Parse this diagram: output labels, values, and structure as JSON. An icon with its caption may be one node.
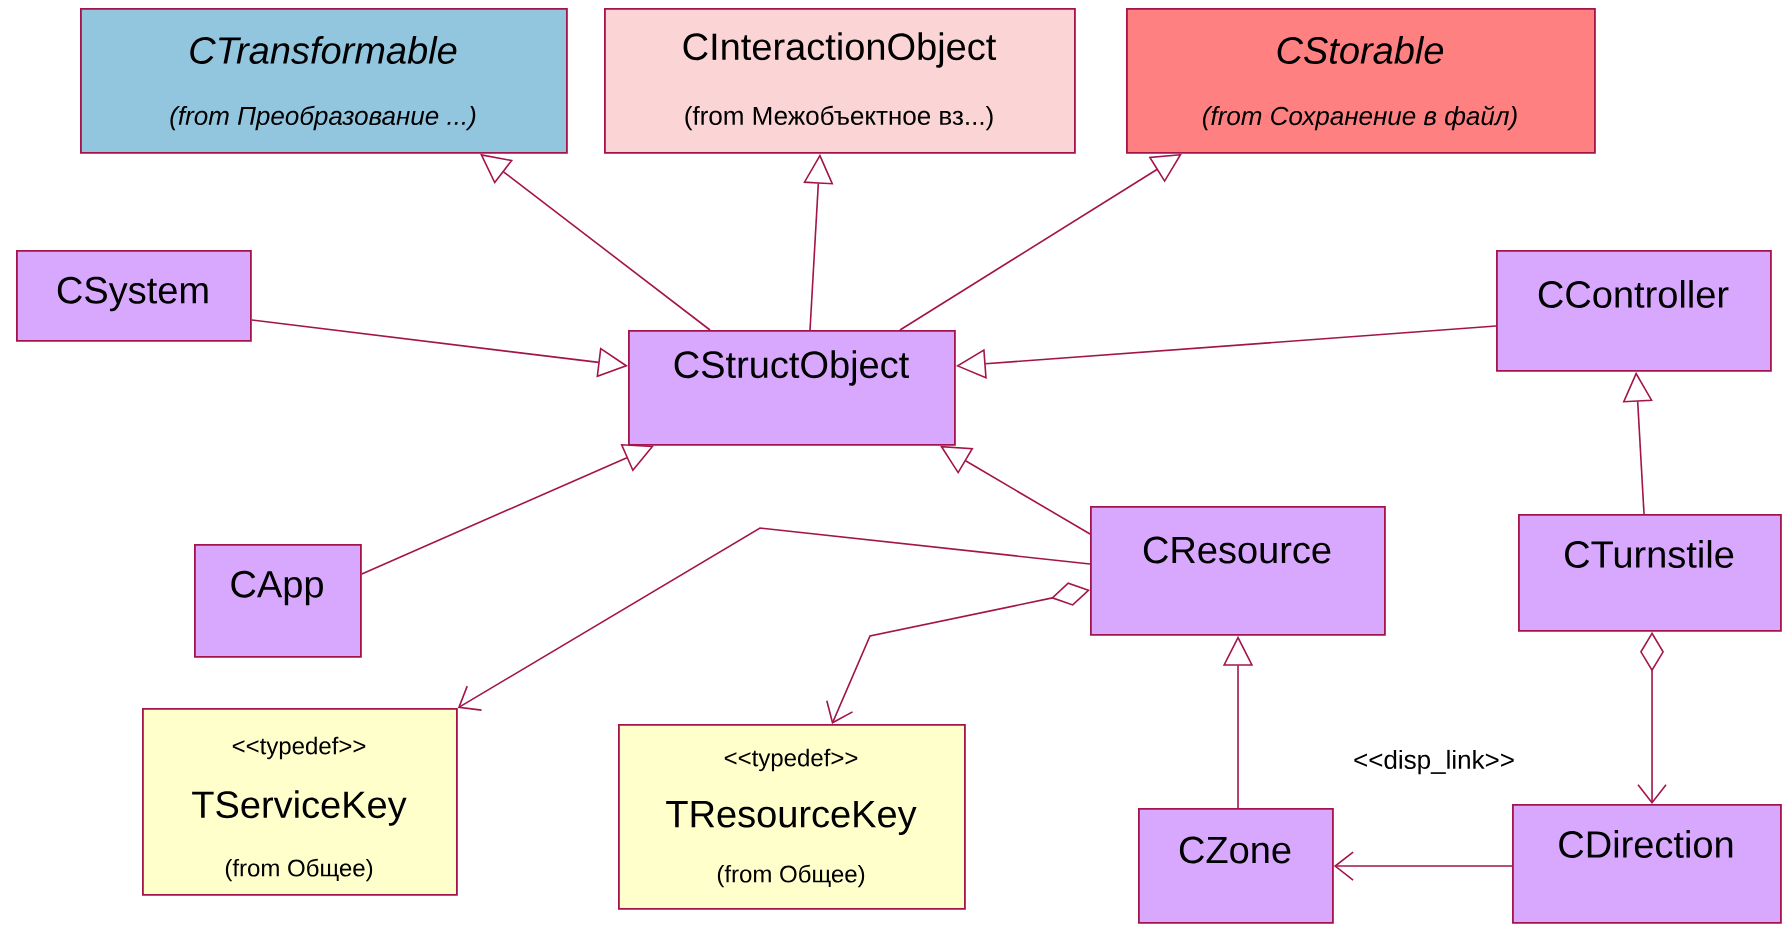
{
  "diagram": {
    "nodes": [
      {
        "text": [
          "CTransformable",
          "(from Преобразование ...)"
        ]
      },
      {
        "text": [
          "CInteractionObject",
          "(from Межобъектное вз...)"
        ]
      },
      {
        "text": [
          "CStorable",
          "(from Сохранение в файл)"
        ]
      },
      {
        "text": [
          "CSystem"
        ]
      },
      {
        "text": [
          "CStructObject"
        ]
      },
      {
        "text": [
          "CController"
        ]
      },
      {
        "text": [
          "CApp"
        ]
      },
      {
        "text": [
          "CResource"
        ]
      },
      {
        "text": [
          "CTurnstile"
        ]
      },
      {
        "text": [
          "<<typedef>>",
          "TServiceKey",
          "(from Общее)"
        ]
      },
      {
        "text": [
          "<<typedef>>",
          "TResourceKey",
          "(from Общее)"
        ]
      },
      {
        "text": [
          "CZone"
        ]
      },
      {
        "text": [
          "CDirection"
        ]
      }
    ],
    "edges": [
      {
        "from": 4,
        "to": 0,
        "arrow": "to"
      },
      {
        "from": 4,
        "to": 1,
        "arrow": "to"
      },
      {
        "from": 4,
        "to": 2,
        "arrow": "to"
      },
      {
        "from": 3,
        "to": 4,
        "arrow": "to"
      },
      {
        "from": 5,
        "to": 4,
        "arrow": "to"
      },
      {
        "from": 6,
        "to": 4,
        "arrow": "to"
      },
      {
        "from": 7,
        "to": 4,
        "arrow": "to"
      },
      {
        "from": 8,
        "to": 5,
        "arrow": "to"
      },
      {
        "from": 11,
        "to": 7,
        "arrow": "to"
      },
      {
        "from": 7,
        "to": 9,
        "arrow": "to"
      },
      {
        "from": 7,
        "to": 10,
        "arrow": "to"
      },
      {
        "from": 8,
        "to": 12,
        "arrow": "to"
      },
      {
        "from": 12,
        "to": 11,
        "arrow": "to",
        "label": "<<disp_link>>"
      }
    ]
  }
}
